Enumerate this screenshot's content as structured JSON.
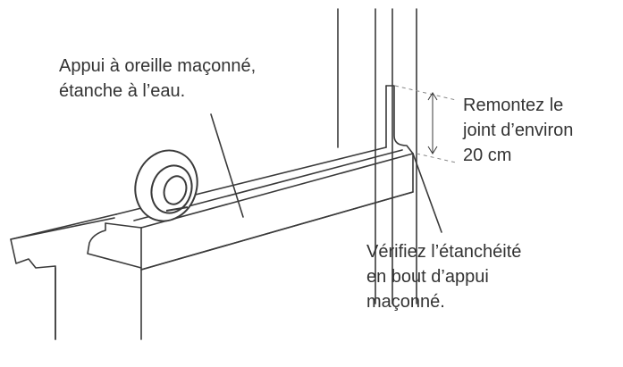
{
  "annotations": {
    "sill": {
      "lines": [
        "Appui à oreille maçonné,",
        "étanche à l’eau."
      ]
    },
    "raise_joint": {
      "lines": [
        "Remontez le",
        "joint d’environ",
        "20 cm"
      ]
    },
    "check_seal": {
      "lines": [
        "Vérifiez l’étanchéité",
        "en bout d’appui",
        "maçonné."
      ]
    }
  },
  "colors": {
    "line": "#3a3a3a",
    "text": "#333333",
    "dash": "#888888"
  },
  "icons": {
    "tape_roll": "sealing-tape-roll-icon"
  }
}
